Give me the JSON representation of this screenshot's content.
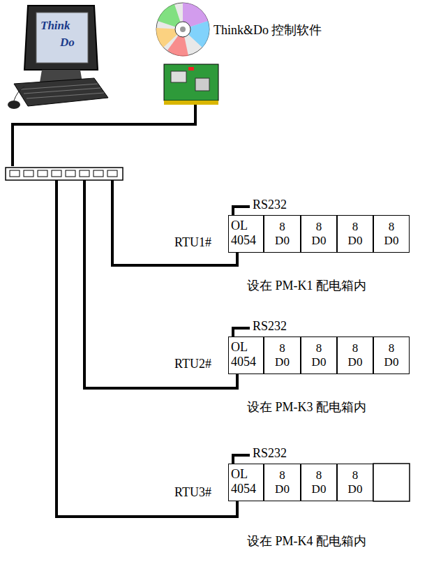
{
  "diagram": {
    "nodes": [
      {
        "text": [
          "OL 4054"
        ]
      },
      {
        "text": [
          "8 D0"
        ]
      },
      {
        "text": [
          "8 D0"
        ]
      },
      {
        "text": [
          "8 D0"
        ]
      },
      {
        "text": [
          "8 D0"
        ]
      },
      {
        "text": [
          "OL 4054"
        ]
      },
      {
        "text": [
          "8 D0"
        ]
      },
      {
        "text": [
          "8 D0"
        ]
      },
      {
        "text": [
          "8 D0"
        ]
      },
      {
        "text": [
          "8 D0"
        ]
      },
      {
        "text": [
          "OL 4054"
        ]
      },
      {
        "text": [
          "8 D0"
        ]
      },
      {
        "text": [
          "8 D0"
        ]
      },
      {
        "text": [
          "8 D0"
        ]
      }
    ],
    "labels": [
      "Think",
      "Do",
      "Think&Do 控制软件",
      "RS232",
      "RTU1#",
      "设在 PM-K1 配电箱内",
      "RS232",
      "RTU2#",
      "设在 PM-K3 配电箱内",
      "RS232",
      "RTU3#",
      "设在 PM-K4 配电箱内"
    ]
  }
}
